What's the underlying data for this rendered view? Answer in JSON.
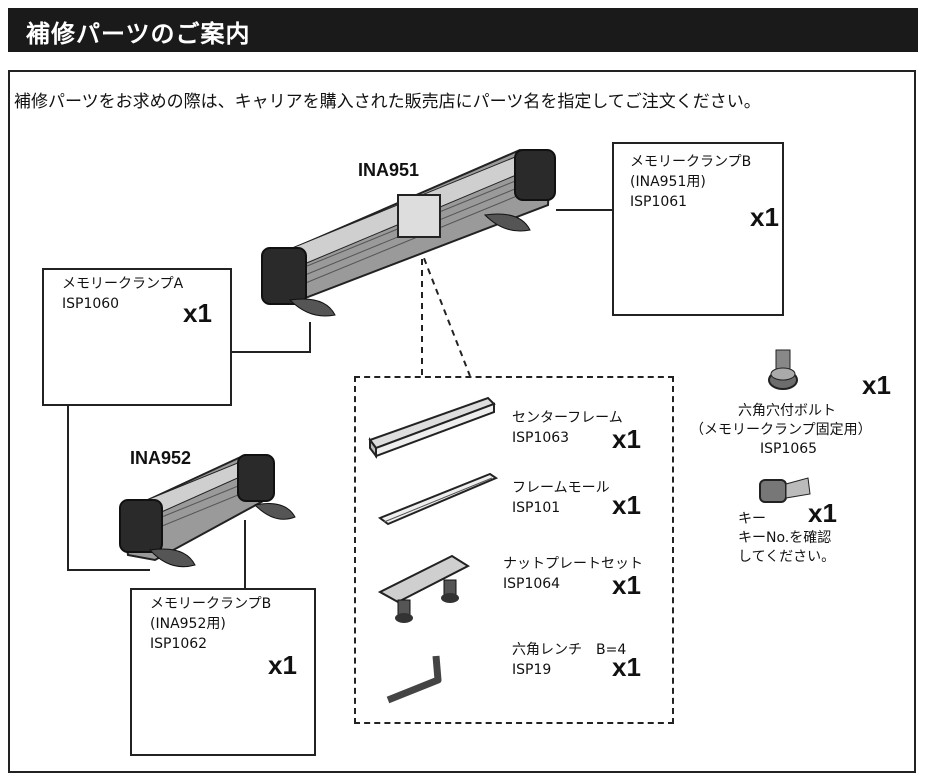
{
  "header": {
    "title": "補修パーツのご案内"
  },
  "intro": "補修パーツをお求めの際は、キャリアを購入された販売店にパーツ名を指定してご注文ください。",
  "models": {
    "ina951": "INA951",
    "ina952": "INA952"
  },
  "parts": {
    "clamp_a": {
      "name": "メモリークランプA",
      "code": "ISP1060",
      "qty": "x1"
    },
    "clamp_b951": {
      "name": "メモリークランプB",
      "note": "(INA951用)",
      "code": "ISP1061",
      "qty": "x1"
    },
    "clamp_b952": {
      "name": "メモリークランプB",
      "note": "(INA952用)",
      "code": "ISP1062",
      "qty": "x1"
    },
    "center_frame": {
      "name": "センターフレーム",
      "code": "ISP1063",
      "qty": "x1"
    },
    "frame_mold": {
      "name": "フレームモール",
      "code": "ISP101",
      "qty": "x1"
    },
    "nut_plate": {
      "name": "ナットプレートセット",
      "code": "ISP1064",
      "qty": "x1"
    },
    "hex_wrench": {
      "name": "六角レンチ　B=4",
      "code": "ISP19",
      "qty": "x1"
    },
    "hex_bolt": {
      "name": "六角穴付ボルト",
      "note": "（メモリークランプ固定用）",
      "code": "ISP1065",
      "qty": "x1"
    },
    "key": {
      "name": "キー",
      "note1": "キーNo.を確認",
      "note2": "してください。",
      "qty": "x1"
    }
  },
  "colors": {
    "header_bg": "#1a1a1a",
    "ink": "#111111",
    "part_grey": "#8a8a8a"
  }
}
